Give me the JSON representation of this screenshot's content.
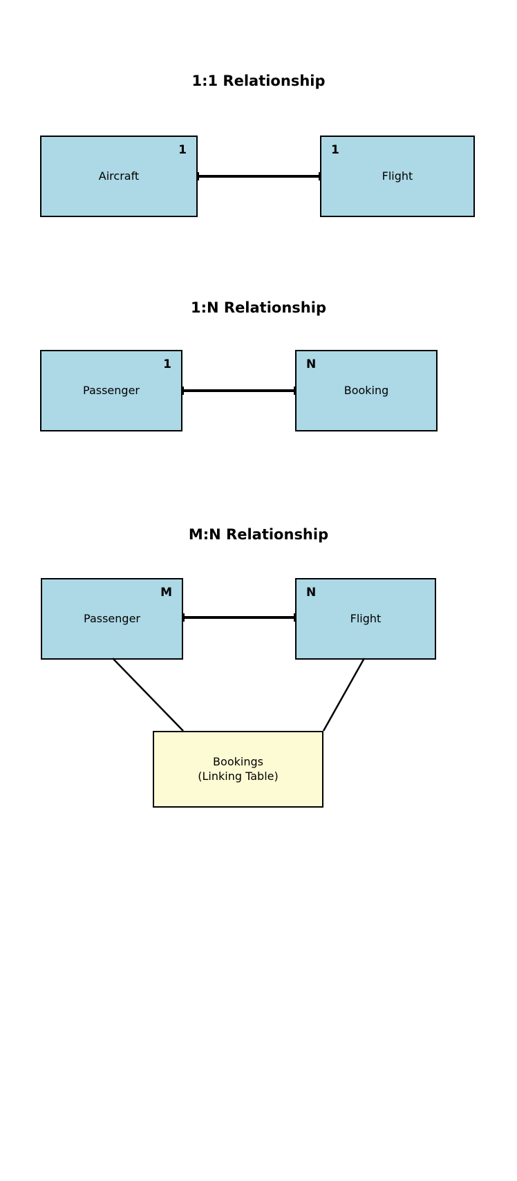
{
  "diagram": {
    "type": "entity-relationship-cardinality",
    "background": "#FFFFFF",
    "colors": {
      "entity_fill": "#ADD8E6",
      "linking_fill": "#FDFBD4",
      "stroke": "#000000",
      "text": "#000000"
    }
  },
  "sections": [
    {
      "id": "one-to-one",
      "title": "1:1 Relationship",
      "left_entity": {
        "name": "Aircraft",
        "cardinality": "1"
      },
      "right_entity": {
        "name": "Flight",
        "cardinality": "1"
      },
      "connector": "straight-line"
    },
    {
      "id": "one-to-many",
      "title": "1:N Relationship",
      "left_entity": {
        "name": "Passenger",
        "cardinality": "1"
      },
      "right_entity": {
        "name": "Booking",
        "cardinality": "N"
      },
      "connector": "straight-line"
    },
    {
      "id": "many-to-many",
      "title": "M:N Relationship",
      "left_entity": {
        "name": "Passenger",
        "cardinality": "M"
      },
      "right_entity": {
        "name": "Flight",
        "cardinality": "N"
      },
      "connector": "straight-line",
      "linking_entity": {
        "line1": "Bookings",
        "line2": "(Linking Table)"
      }
    }
  ]
}
